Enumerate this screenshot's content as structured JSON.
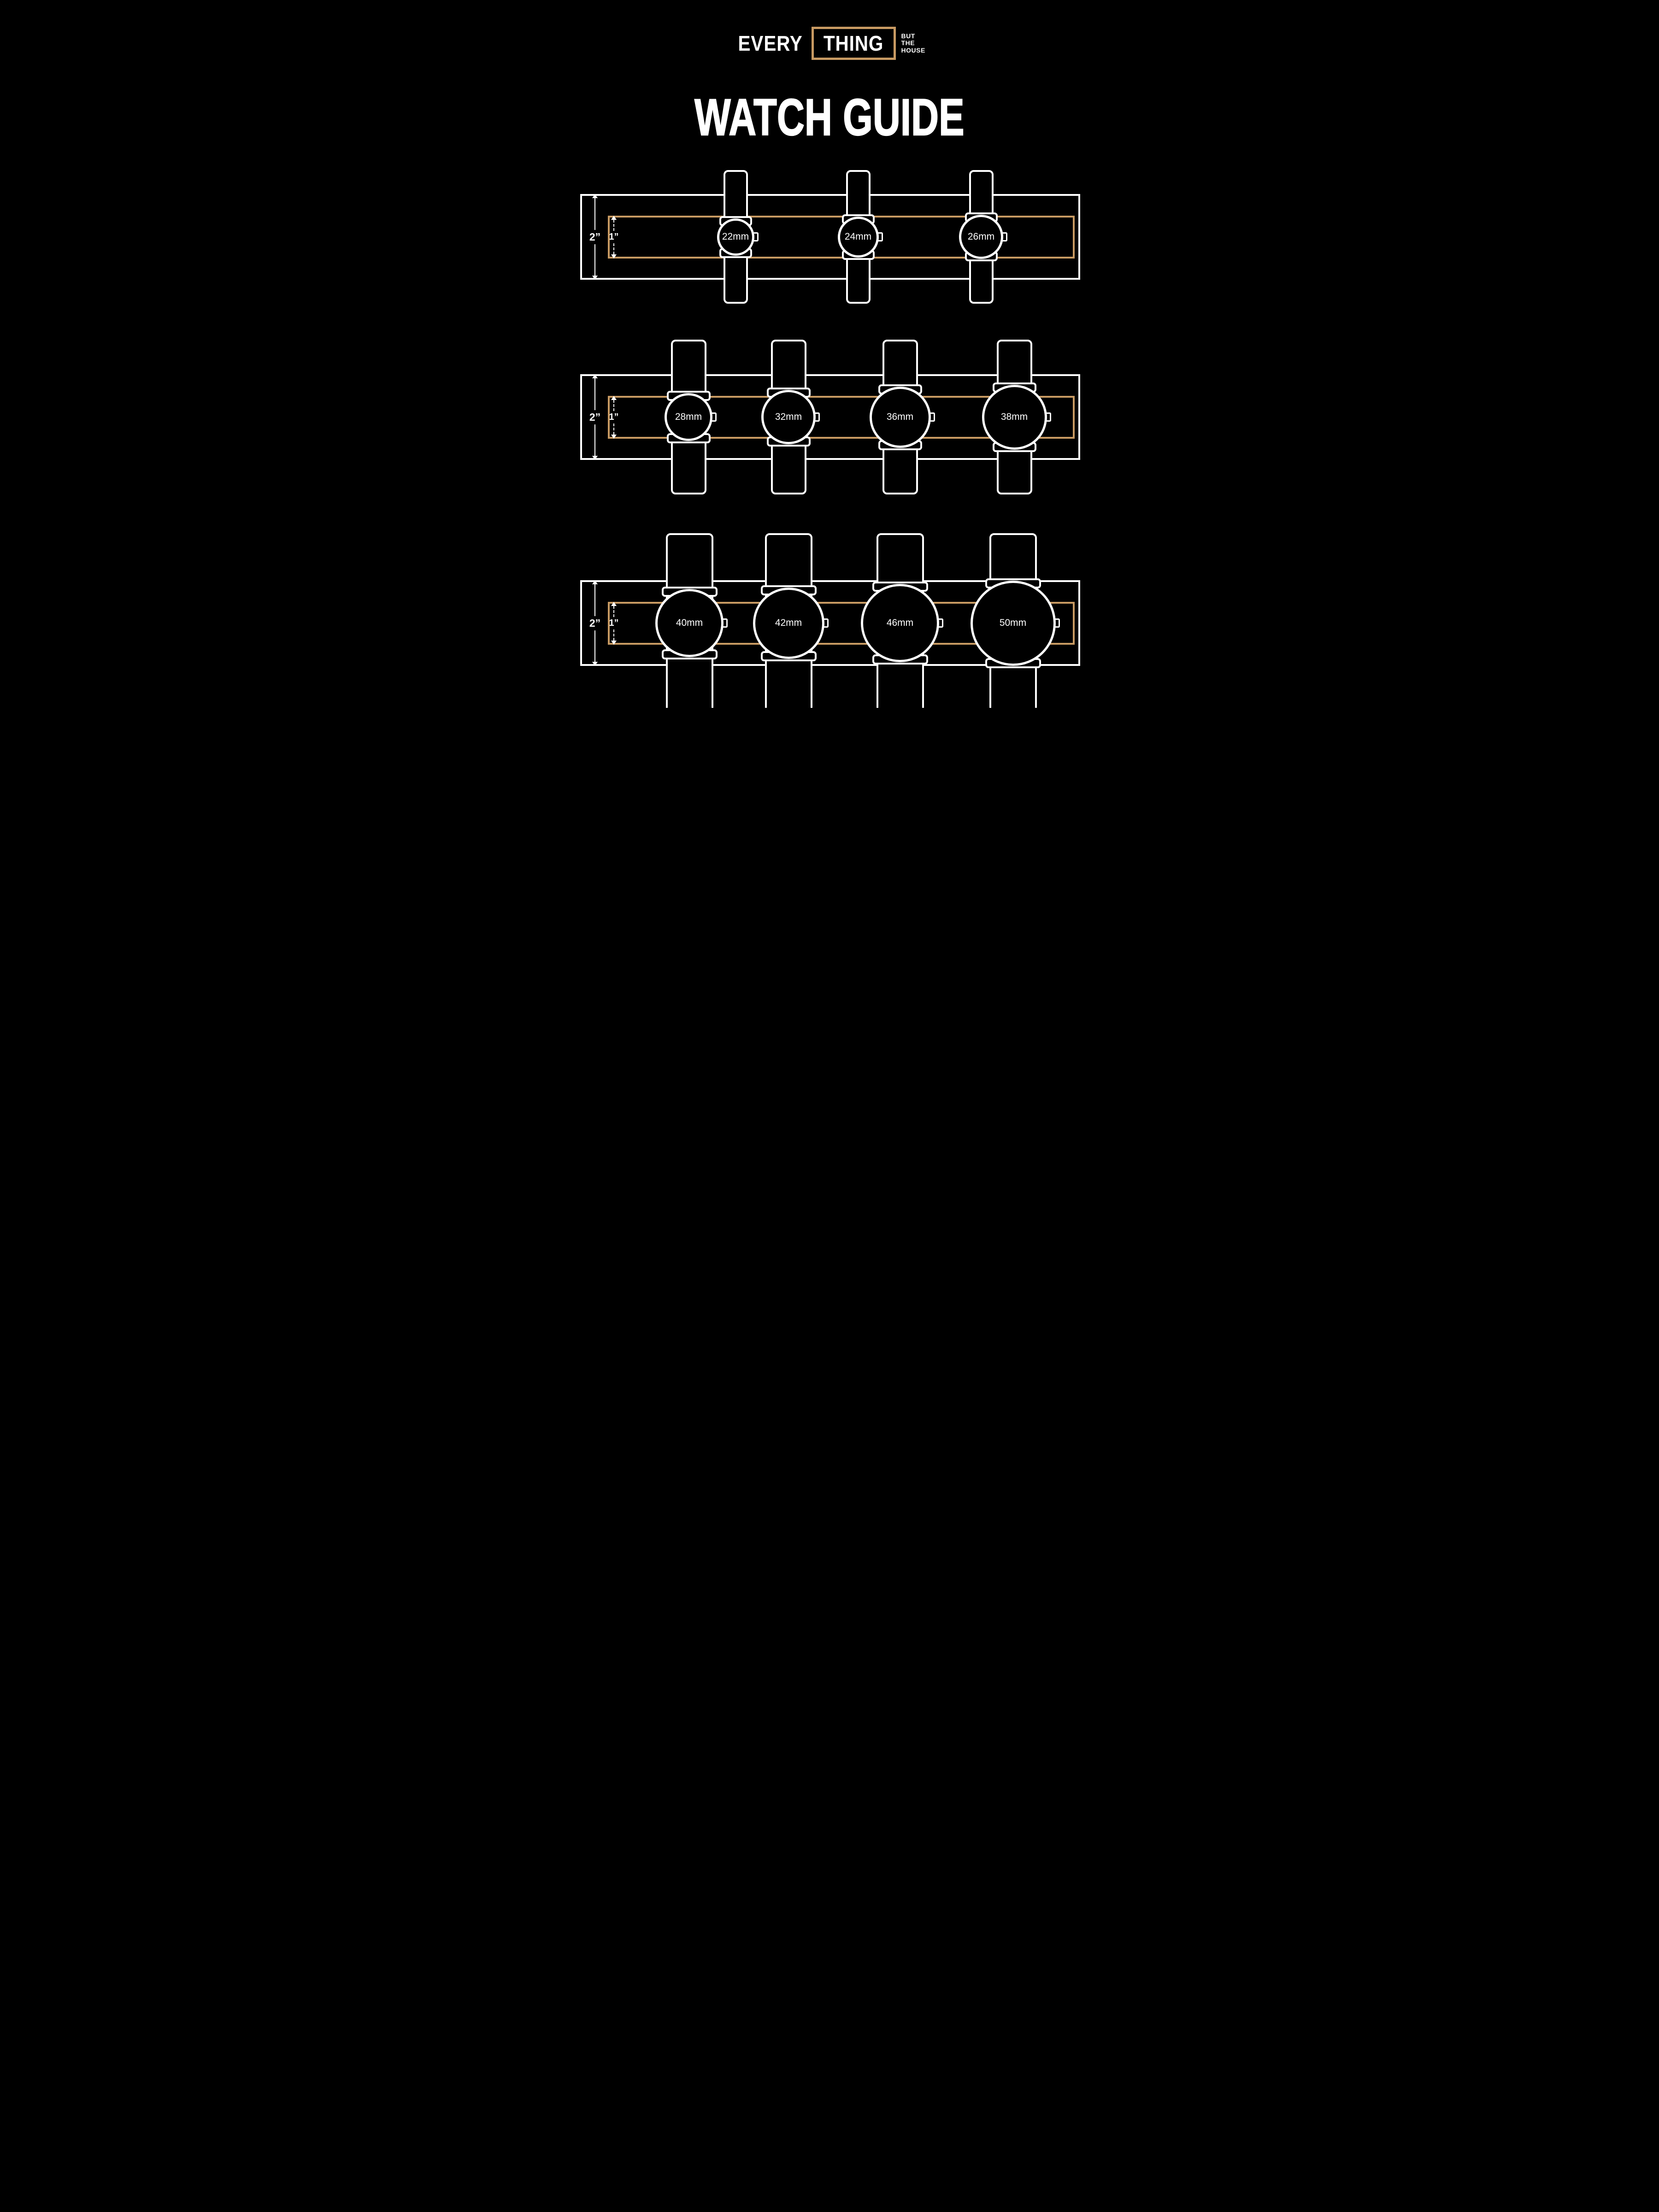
{
  "colors": {
    "background": "#000000",
    "outer_band": "#FFFFFF",
    "inner_band": "#C89A62",
    "text": "#FFFFFF"
  },
  "brand": {
    "word_left": "EVERY",
    "word_boxed": "THING",
    "tagline_lines": [
      "BUT",
      "THE",
      "HOUSE"
    ]
  },
  "title": "WATCH GUIDE",
  "dimension_labels": {
    "outer": "2”",
    "inner": "1”"
  },
  "rows": [
    {
      "watches": [
        {
          "label": "22mm",
          "mm": 22
        },
        {
          "label": "24mm",
          "mm": 24
        },
        {
          "label": "26mm",
          "mm": 26
        }
      ]
    },
    {
      "watches": [
        {
          "label": "28mm",
          "mm": 28
        },
        {
          "label": "32mm",
          "mm": 32
        },
        {
          "label": "36mm",
          "mm": 36
        },
        {
          "label": "38mm",
          "mm": 38
        }
      ]
    },
    {
      "watches": [
        {
          "label": "40mm",
          "mm": 40
        },
        {
          "label": "42mm",
          "mm": 42
        },
        {
          "label": "46mm",
          "mm": 46
        },
        {
          "label": "50mm",
          "mm": 50
        }
      ]
    }
  ]
}
